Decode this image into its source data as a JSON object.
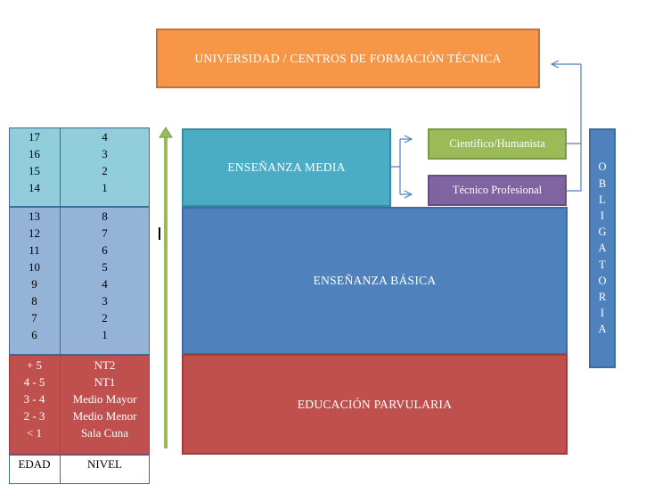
{
  "blocks": {
    "universidad": "UNIVERSIDAD / CENTROS DE FORMACIÓN TÉCNICA",
    "media": "ENSEÑANZA MEDIA",
    "basica": "ENSEÑANZA BÁSICA",
    "parvularia": "EDUCACIÓN PARVULARIA",
    "cientifico": "Científico/Humanista",
    "tecnico": "Técnico Profesional"
  },
  "obligatoria_letters": [
    "O",
    "B",
    "L",
    "I",
    "G",
    "A",
    "T",
    "O",
    "R",
    "I",
    "A"
  ],
  "table": {
    "media_rows": [
      {
        "edad": "17",
        "nivel": "4"
      },
      {
        "edad": "16",
        "nivel": "3"
      },
      {
        "edad": "15",
        "nivel": "2"
      },
      {
        "edad": "14",
        "nivel": "1"
      }
    ],
    "basica_rows": [
      {
        "edad": "13",
        "nivel": "8"
      },
      {
        "edad": "12",
        "nivel": "7"
      },
      {
        "edad": "11",
        "nivel": "6"
      },
      {
        "edad": "10",
        "nivel": "5"
      },
      {
        "edad": "9",
        "nivel": "4"
      },
      {
        "edad": "8",
        "nivel": "3"
      },
      {
        "edad": "7",
        "nivel": "2"
      },
      {
        "edad": "6",
        "nivel": "1"
      }
    ],
    "parvularia_rows": [
      {
        "edad": "+ 5",
        "nivel": "NT2"
      },
      {
        "edad": "4 - 5",
        "nivel": "NT1"
      },
      {
        "edad": "3 - 4",
        "nivel": "Medio Mayor"
      },
      {
        "edad": "2 - 3",
        "nivel": "Medio Menor"
      },
      {
        "edad": "< 1",
        "nivel": "Sala Cuna"
      }
    ],
    "header": {
      "edad": "EDAD",
      "nivel": "NIVEL"
    }
  },
  "colors": {
    "universidad": "#f79646",
    "media": "#4bacc6",
    "basica": "#4f81bd",
    "parvularia": "#c0504d",
    "cientifico": "#9bbb59",
    "tecnico": "#8064a2",
    "arrow": "#9bbb59"
  }
}
